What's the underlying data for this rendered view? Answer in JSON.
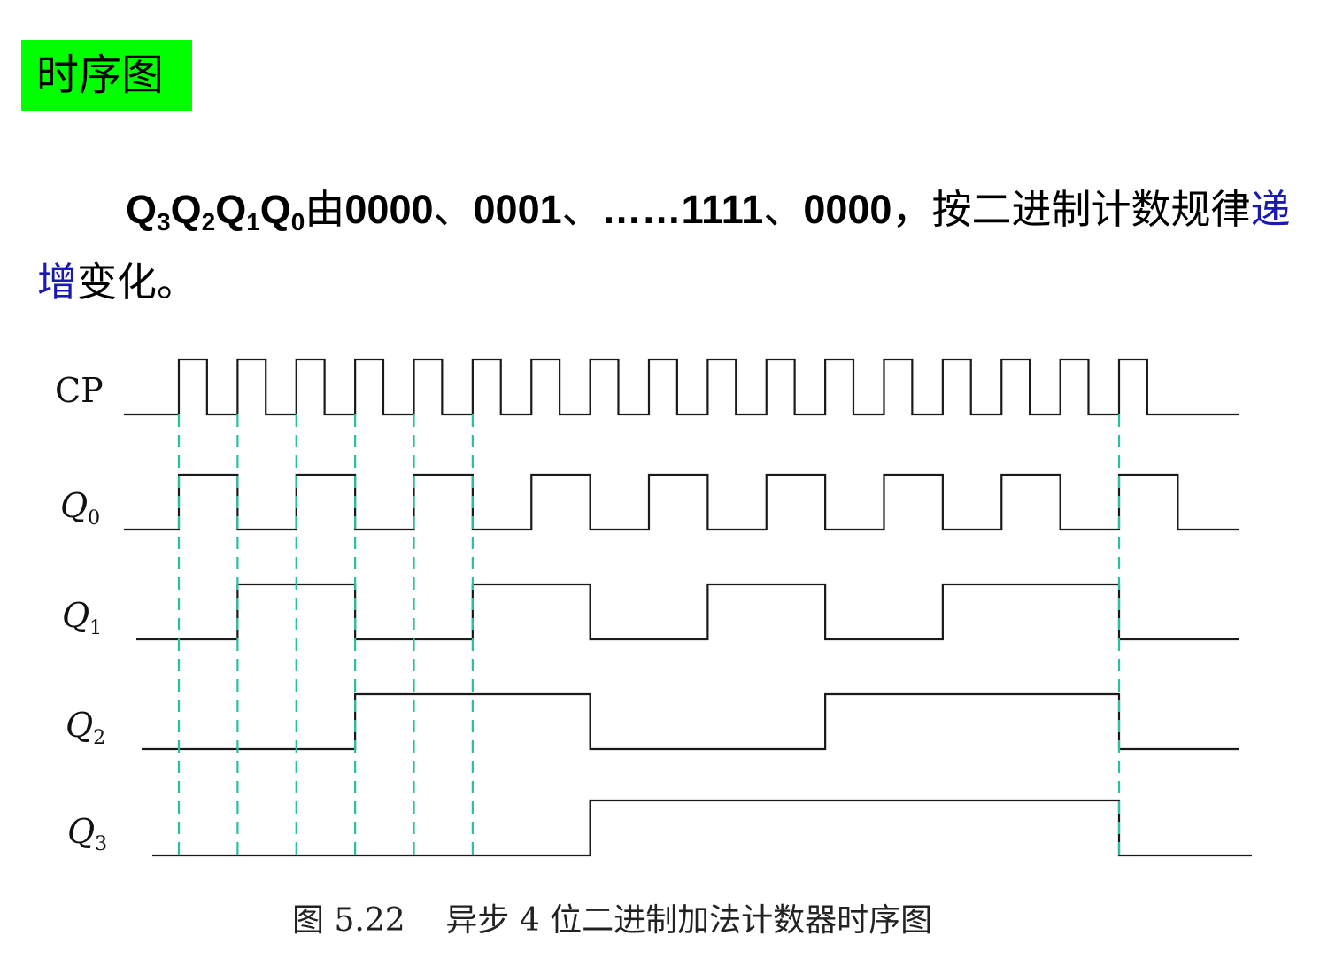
{
  "badge": {
    "title": "时序图",
    "color": "#00ff00"
  },
  "paragraph": {
    "q": "Q",
    "subs": [
      "3",
      "2",
      "1",
      "0"
    ],
    "you": "由",
    "seq": [
      "0000",
      "0001",
      "……1111",
      "0000"
    ],
    "sep": "、",
    "comma": "，",
    "tail_1": "按二进制计数规律",
    "highlight": "递增",
    "highlight_color": "#1a1ab0",
    "tail_2": "变化。"
  },
  "diagram": {
    "signals": [
      {
        "name": "CP",
        "italic": false,
        "sub": ""
      },
      {
        "name": "Q",
        "italic": true,
        "sub": "0"
      },
      {
        "name": "Q",
        "italic": true,
        "sub": "1"
      },
      {
        "name": "Q",
        "italic": true,
        "sub": "2"
      },
      {
        "name": "Q",
        "italic": true,
        "sub": "3"
      }
    ],
    "clock_pulses": 17,
    "wave_color": "#1a1a1a",
    "guide_color": "#27c0a0",
    "caption": "图 5.22    异步 4 位二进制加法计数器时序图"
  }
}
